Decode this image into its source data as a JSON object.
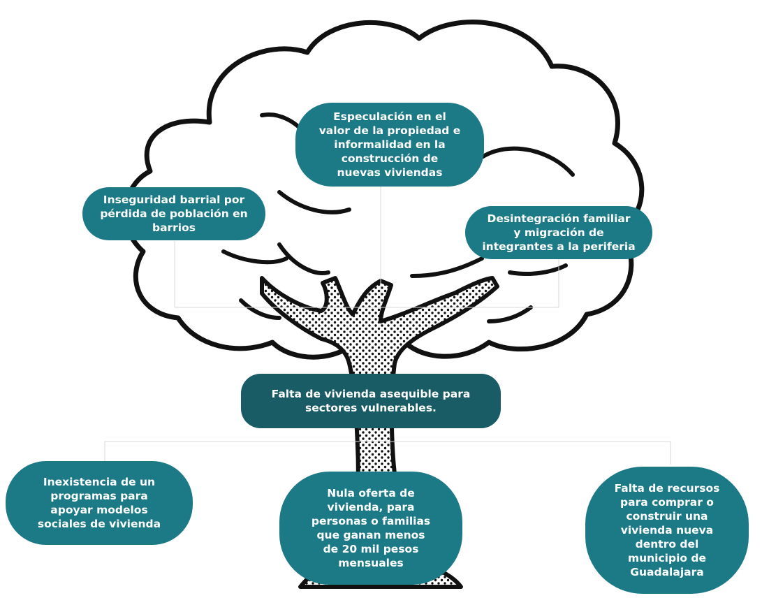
{
  "colors": {
    "effect_box": "#1b7a86",
    "problem_box": "#1a5c66",
    "cause_box": "#1b7a86",
    "outline": "#111111"
  },
  "effects": {
    "top": "Especulación en el\nvalor de la propiedad e\ninformalidad en la\nconstrucción de\nnuevas viviendas",
    "left": "Inseguridad barrial por\npérdida de población en\nbarrios",
    "right": "Desintegración familiar\ny migración de\nintegrantes a la periferia"
  },
  "problem": "Falta de vivienda asequible para\nsectores vulnerables.",
  "causes": {
    "left": "Inexistencia de un\nprogramas para\napoyar modelos\nsociales de vivienda",
    "center": "Nula oferta de\nvivienda, para\npersonas o familias\nque ganan menos\nde 20 mil pesos\nmensuales",
    "right": "Falta de recursos\npara comprar o\nconstruir una\nvivienda nueva\ndentro del\nmunicipio de\nGuadalajara"
  }
}
